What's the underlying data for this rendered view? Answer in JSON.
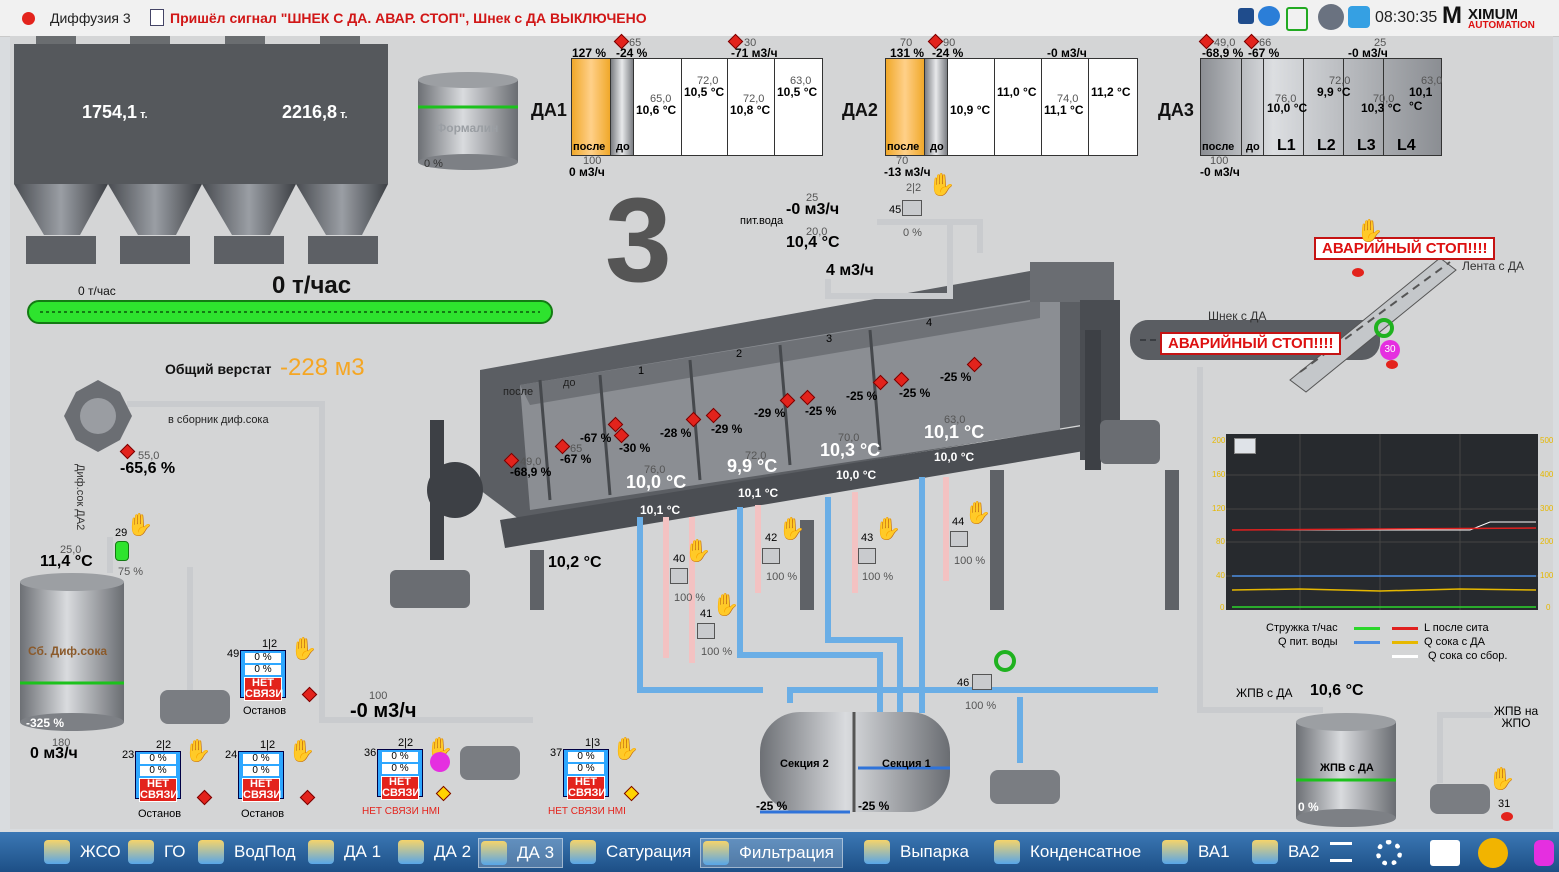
{
  "titlebar": {
    "app_name": "Диффузия 3",
    "message": "Пришёл сигнал \"ШНЕК С ДА. АВАР. СТОП\", Шнек с ДА ВЫКЛЮЧЕНО",
    "time": "08:30:35",
    "logo_top": "XIMUM",
    "logo_bottom": "AUTOMATION"
  },
  "bunker": {
    "left_value": "1754,1",
    "right_value": "2216,8",
    "unit": "т."
  },
  "formalin": {
    "label": "Формалин",
    "level": "0 %"
  },
  "conveyor": {
    "small_rate": "0 т/час",
    "big_rate": "0 т/час"
  },
  "big_number": "3",
  "total_stock": {
    "label": "Общий верстат",
    "value": "-228 м3"
  },
  "da1": {
    "label": "ДА1",
    "after_pct": "127 %",
    "before_pct": "-24 %",
    "sp_before": "65",
    "sp_flow": "30",
    "flow": "-71 м3/ч",
    "sp_bottom": "100",
    "bottom_flow": "0 м3/ч",
    "after": "после",
    "before": "до",
    "temps": [
      {
        "sp": "65,0",
        "value": "10,6 °C"
      },
      {
        "sp": "72,0",
        "value": "10,5 °C"
      },
      {
        "sp": "72,0",
        "value": "10,8 °C"
      },
      {
        "sp": "63,0",
        "value": "10,5 °C"
      }
    ]
  },
  "da2": {
    "label": "ДА2",
    "sp_after": "70",
    "after_pct": "131 %",
    "sp_before": "90",
    "before_pct": "-24 %",
    "flow": "-0 м3/ч",
    "sp_bottom": "70",
    "bottom_flow": "-13 м3/ч",
    "after": "после",
    "before": "до",
    "temps": [
      {
        "sp": "",
        "value": "10,9 °C"
      },
      {
        "sp": "",
        "value": "11,0 °C"
      },
      {
        "sp": "74,0",
        "value": "11,1 °C"
      },
      {
        "sp": "",
        "value": "11,2 °C"
      }
    ]
  },
  "da3": {
    "label": "ДА3",
    "sp_after": "49,0",
    "after_pct": "-68,9 %",
    "sp_before": "66",
    "before_pct": "-67 %",
    "sp_flow": "25",
    "flow": "-0 м3/ч",
    "sp_bottom": "100",
    "bottom_flow": "-0 м3/ч",
    "after": "после",
    "before": "до",
    "temps": [
      {
        "sp": "76,0",
        "value": "10,0 °C",
        "zone": "L1"
      },
      {
        "sp": "72,0",
        "value": "9,9 °C",
        "zone": "L2"
      },
      {
        "sp": "70,0",
        "value": "10,3 °C",
        "zone": "L3"
      },
      {
        "sp": "63,0",
        "value": "10,1 °C",
        "zone": "L4"
      }
    ]
  },
  "feed_water": {
    "sp": "25",
    "flow": "-0 м3/ч",
    "label": "пит.вода",
    "sp_temp": "20,0",
    "temp": "10,4 °C",
    "flow2": "4 м3/ч",
    "valve_num": "45",
    "valve_pos": "0 %",
    "valve_fraction": "2|2"
  },
  "diffuser": {
    "after": "после",
    "before": "до",
    "zones": [
      "1",
      "2",
      "3",
      "4"
    ],
    "levels": [
      "-67 %",
      "-30 %",
      "-28 %",
      "-29 %",
      "-29 %",
      "-25 %",
      "-25 %",
      "-25 %",
      "-25 %",
      "-67 %"
    ],
    "level_after": "-68,9 %",
    "sp_after": "49,0",
    "sp_67": "65",
    "temps": [
      {
        "sp": "76,0",
        "value": "10,0 °C"
      },
      {
        "sp": "72,0",
        "value": "9,9 °C"
      },
      {
        "sp": "70,0",
        "value": "10,3 °C"
      },
      {
        "sp": "63,0",
        "value": "10,1 °C"
      }
    ],
    "heater_temps": [
      "10,1 °C",
      "10,1 °C",
      "10,0 °C",
      "10,0 °C"
    ]
  },
  "heaters": [
    {
      "num": "40",
      "pos": "100 %"
    },
    {
      "num": "41",
      "pos": "100 %"
    },
    {
      "num": "42",
      "pos": "100 %"
    },
    {
      "num": "43",
      "pos": "100 %"
    },
    {
      "num": "44",
      "pos": "100 %"
    }
  ],
  "juice_collector": {
    "route_label": "в сборник диф.сока",
    "pipe_label": "Диф.сок ДА2",
    "sp_level": "55,0",
    "level": "-65,6 %",
    "valve_num": "29",
    "valve_pos": "75 %",
    "sp_temp": "25,0",
    "temp": "11,4 °C",
    "tank_label": "Сб. Диф.сока",
    "tank_level": "-325 %",
    "sp_flow": "180",
    "flow": "0 м3/ч",
    "pipe_temp": "10,2 °C"
  },
  "pumps": [
    {
      "num": "49",
      "fraction": "1|2",
      "pct1": "0 %",
      "pct2": "0 %",
      "status": "НЕТ СВЯЗИ",
      "state": "Останов"
    },
    {
      "num": "23",
      "fraction": "2|2",
      "pct1": "0 %",
      "pct2": "0 %",
      "status": "НЕТ СВЯЗИ",
      "state": "Останов"
    },
    {
      "num": "24",
      "fraction": "1|2",
      "pct1": "0 %",
      "pct2": "0 %",
      "status": "НЕТ СВЯЗИ",
      "state": "Останов"
    },
    {
      "num": "36",
      "fraction": "2|2",
      "pct1": "0 %",
      "pct2": "0 %",
      "status": "НЕТ СВЯЗИ",
      "state": "НЕТ СВЯЗИ HMI"
    },
    {
      "num": "37",
      "fraction": "1|3",
      "pct1": "0 %",
      "pct2": "0 %",
      "status": "НЕТ СВЯЗИ",
      "state": "НЕТ СВЯЗИ HMI"
    }
  ],
  "pump_flow": {
    "sp": "100",
    "value": "-0 м3/ч"
  },
  "sections": {
    "section2": "Секция 2",
    "section1": "Секция 1",
    "level2": "-25 %",
    "level1": "-25 %",
    "valve_num": "46",
    "valve_pos": "100 %"
  },
  "screw": {
    "label": "Шнек с ДА",
    "alarm": "АВАРИЙНЫЙ СТОП!!!!",
    "badge": "30"
  },
  "belt": {
    "label": "Лента с ДА",
    "alarm": "АВАРИЙНЫЙ СТОП!!!!"
  },
  "trend": {
    "y_left": [
      "200",
      "160",
      "120",
      "80",
      "40",
      "0"
    ],
    "y_right": [
      "500",
      "400",
      "300",
      "200",
      "100",
      "0"
    ],
    "legend": [
      {
        "name": "Стружка т/час",
        "color": "#2bd62b"
      },
      {
        "name": "L после сита",
        "color": "#e0201f"
      },
      {
        "name": "Q пит. воды",
        "color": "#4d8fe3"
      },
      {
        "name": "Q сока с ДА",
        "color": "#e6b800"
      },
      {
        "name": "Q сока со сбор.",
        "color": "#ffffff"
      }
    ]
  },
  "press_water": {
    "label": "ЖПВ с ДА",
    "temp": "10,6 °C",
    "tank_label": "ЖПВ с ДА",
    "tank_level": "0 %",
    "to_label": "ЖПВ на ЖПО",
    "pump_num": "31"
  },
  "taskbar": {
    "items": [
      "ЖСО",
      "ГО",
      "ВодПод",
      "ДА 1",
      "ДА 2",
      "ДА 3",
      "Сатурация",
      "Фильтрация",
      "Выпарка",
      "Конденсатное",
      "ВА1",
      "ВА2"
    ]
  }
}
